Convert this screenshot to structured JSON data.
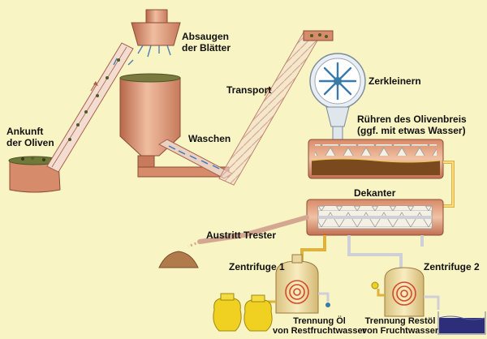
{
  "labels": {
    "arrival": [
      "Ankunft",
      "der Oliven"
    ],
    "leaves": [
      "Absaugen",
      "der Blätter"
    ],
    "wash": "Waschen",
    "transport": "Transport",
    "crush": "Zerkleinern",
    "stir": [
      "Rühren des Olivenbreis",
      "(ggf. mit etwas Wasser)"
    ],
    "decanter": "Dekanter",
    "pomace": "Austritt Trester",
    "centrifuge1": "Zentrifuge 1",
    "centrifuge2": "Zentrifuge 2",
    "separation1": [
      "Trennung Öl",
      "von Restfruchtwasser"
    ],
    "separation2": [
      "Trennung Restöl",
      "von Fruchtwasser"
    ]
  },
  "colors": {
    "background": "#f9f4c4",
    "machine_body": "#dc9a7a",
    "machine_dark": "#b7664a",
    "tank_cream": "#f1dfa5",
    "pipe_oil": "#e0b23c",
    "pipe_water": "#cfcfd8",
    "oil_yellow": "#f0d020",
    "water_blue": "#2c2e7a",
    "crusher_blue": "#3a7aa8"
  }
}
